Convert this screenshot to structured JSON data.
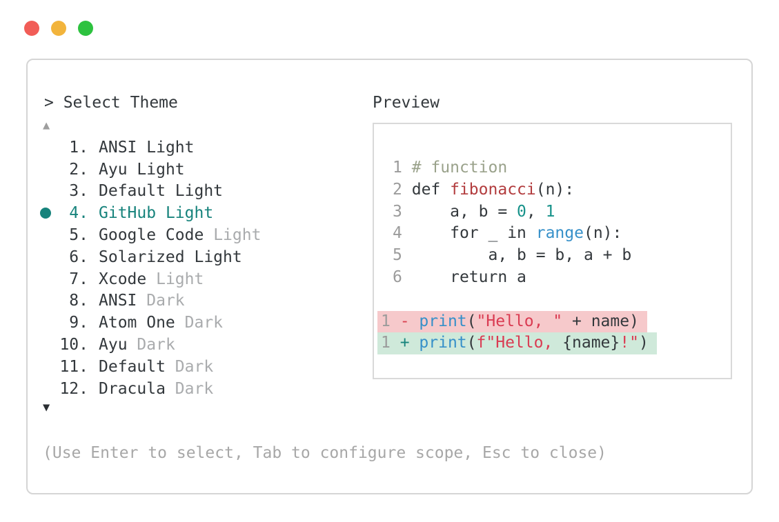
{
  "colors": {
    "ink": "#33383c",
    "muted": "#a9abad",
    "lineno": "#9b9b9b",
    "accent": "#17837c",
    "comment": "#9aa28b",
    "func": "#b23c3e",
    "num": "#17928a",
    "builtin": "#3690c9",
    "str": "#da3b52",
    "minus": "#d9404f",
    "plus": "#17837c",
    "removed-bg": "#f6c9cb",
    "added-bg": "#cfe9da",
    "border": "#d5d5d5",
    "preview-border": "#d9d9d9",
    "dot-red": "#f15d57",
    "dot-yellow": "#f2b43c",
    "dot-green": "#2dc23f"
  },
  "window_controls": {
    "close": "red-circle",
    "minimize": "yellow-circle",
    "zoom": "green-circle"
  },
  "theme_picker": {
    "title": "> Select Theme",
    "scroll_up": "▲",
    "scroll_down": "▼",
    "selected_item": "GitHub Light",
    "items": [
      {
        "number": "1.",
        "name": "ANSI",
        "suffix": "Light",
        "suffix_muted": false,
        "selected": false
      },
      {
        "number": "2.",
        "name": "Ayu",
        "suffix": "Light",
        "suffix_muted": false,
        "selected": false
      },
      {
        "number": "3.",
        "name": "Default",
        "suffix": "Light",
        "suffix_muted": false,
        "selected": false
      },
      {
        "number": "4.",
        "name": "GitHub",
        "suffix": "Light",
        "suffix_muted": false,
        "selected": true
      },
      {
        "number": "5.",
        "name": "Google Code",
        "suffix": "Light",
        "suffix_muted": true,
        "selected": false
      },
      {
        "number": "6.",
        "name": "Solarized",
        "suffix": "Light",
        "suffix_muted": false,
        "selected": false
      },
      {
        "number": "7.",
        "name": "Xcode",
        "suffix": "Light",
        "suffix_muted": true,
        "selected": false
      },
      {
        "number": "8.",
        "name": "ANSI",
        "suffix": "Dark",
        "suffix_muted": true,
        "selected": false
      },
      {
        "number": "9.",
        "name": "Atom One",
        "suffix": "Dark",
        "suffix_muted": true,
        "selected": false
      },
      {
        "number": "10.",
        "name": "Ayu",
        "suffix": "Dark",
        "suffix_muted": true,
        "selected": false
      },
      {
        "number": "11.",
        "name": "Default",
        "suffix": "Dark",
        "suffix_muted": true,
        "selected": false
      },
      {
        "number": "12.",
        "name": "Dracula",
        "suffix": "Dark",
        "suffix_muted": true,
        "selected": false
      }
    ],
    "hint": "(Use Enter to select, Tab to configure scope, Esc to close)"
  },
  "preview": {
    "label": "Preview",
    "lines": [
      {
        "no": "1",
        "tokens": [
          [
            "comment",
            "# function"
          ]
        ]
      },
      {
        "no": "2",
        "tokens": [
          [
            "code",
            "def "
          ],
          [
            "func",
            "fibonacci"
          ],
          [
            "code",
            "(n):"
          ]
        ]
      },
      {
        "no": "3",
        "tokens": [
          [
            "code",
            "    a, b = "
          ],
          [
            "num",
            "0"
          ],
          [
            "code",
            ", "
          ],
          [
            "num",
            "1"
          ]
        ]
      },
      {
        "no": "4",
        "tokens": [
          [
            "code",
            "    for _ in "
          ],
          [
            "builtin",
            "range"
          ],
          [
            "code",
            "(n):"
          ]
        ]
      },
      {
        "no": "5",
        "tokens": [
          [
            "code",
            "        a, b = b, a + b"
          ]
        ]
      },
      {
        "no": "6",
        "tokens": [
          [
            "code",
            "    return a"
          ]
        ]
      },
      {
        "blank": true
      },
      {
        "no": "1",
        "diff": "removed",
        "tokens": [
          [
            "minus",
            "- "
          ],
          [
            "builtin",
            "print"
          ],
          [
            "code",
            "("
          ],
          [
            "str",
            "\"Hello, \""
          ],
          [
            "code",
            " + name)"
          ]
        ]
      },
      {
        "no": "1",
        "diff": "added",
        "tokens": [
          [
            "plus",
            "+ "
          ],
          [
            "builtin",
            "print"
          ],
          [
            "code",
            "("
          ],
          [
            "str",
            "f\"Hello, "
          ],
          [
            "code",
            "{name}"
          ],
          [
            "str",
            "!\""
          ],
          [
            "code",
            ")"
          ]
        ]
      }
    ]
  }
}
